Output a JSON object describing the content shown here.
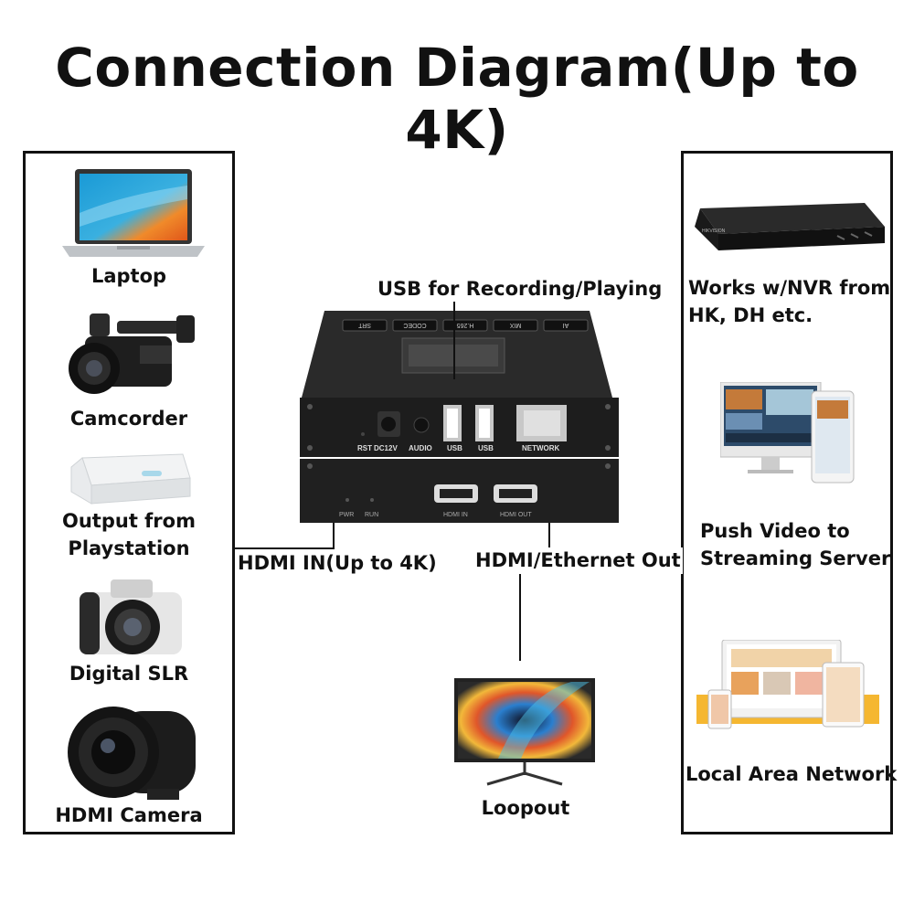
{
  "title": "Connection Diagram(Up to 4K)",
  "inputs": {
    "laptop": "Laptop",
    "camcorder": "Camcorder",
    "playstation": "Output from Playstation",
    "dslr": "Digital SLR",
    "hdmi_camera": "HDMI Camera"
  },
  "outputs": {
    "nvr": "Works w/NVR from HK, DH etc.",
    "streaming": "Push Video to Streaming Server",
    "lan": "Local Area Network"
  },
  "annotations": {
    "usb": "USB for Recording/Playing",
    "hdmi_in": "HDMI IN(Up to 4K)",
    "hdmi_out": "HDMI/Ethernet Out",
    "loopout": "Loopout"
  },
  "device": {
    "buttons": [
      "SRT",
      "CODEC",
      "H.265",
      "MIX",
      "AI"
    ],
    "ports_top": [
      "RST",
      "DC12V",
      "AUDIO",
      "USB",
      "USB",
      "NETWORK"
    ],
    "ports_bottom": [
      "PWR",
      "RUN",
      "HDMI IN",
      "HDMI OUT"
    ]
  },
  "nvr_brand": "HIKVISION"
}
